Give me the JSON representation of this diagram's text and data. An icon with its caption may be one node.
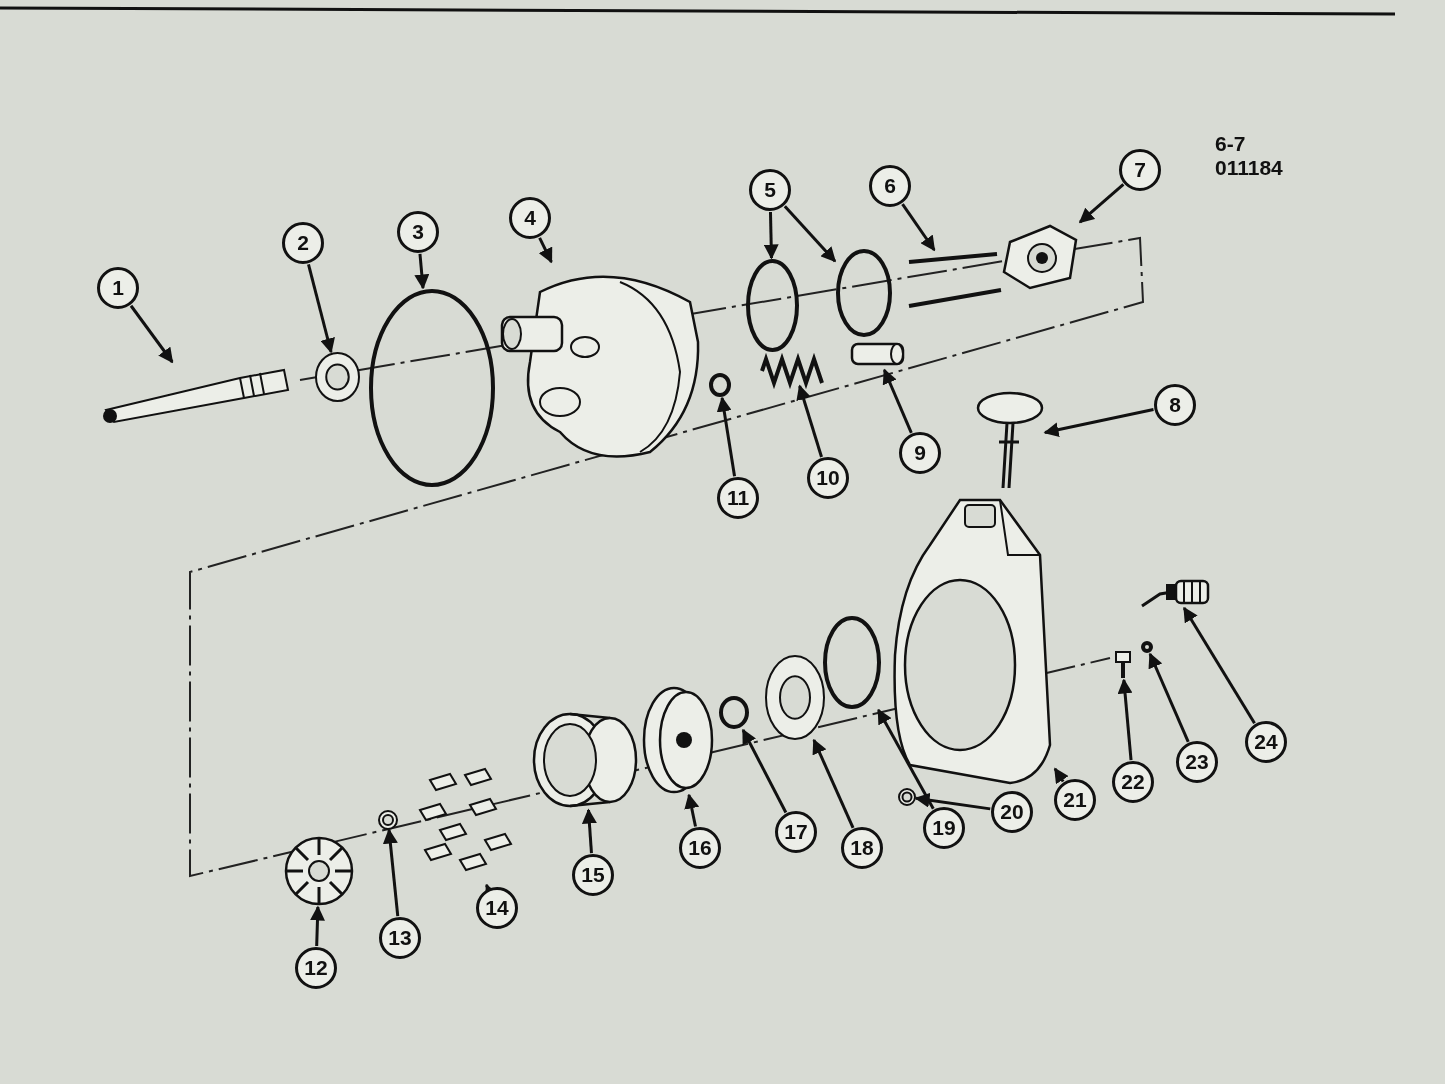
{
  "diagram": {
    "nodes": [
      {
        "text": [
          "1"
        ]
      },
      {
        "text": [
          "2"
        ]
      },
      {
        "text": [
          "3"
        ]
      },
      {
        "text": [
          "4"
        ]
      },
      {
        "text": [
          "5"
        ]
      },
      {
        "text": [
          "6"
        ]
      },
      {
        "text": [
          "7"
        ]
      },
      {
        "text": [
          "8"
        ]
      },
      {
        "text": [
          "9"
        ]
      },
      {
        "text": [
          "10"
        ]
      },
      {
        "text": [
          "11"
        ]
      },
      {
        "text": [
          "12"
        ]
      },
      {
        "text": [
          "13"
        ]
      },
      {
        "text": [
          "14"
        ]
      },
      {
        "text": [
          "15"
        ]
      },
      {
        "text": [
          "16"
        ]
      },
      {
        "text": [
          "17"
        ]
      },
      {
        "text": [
          "18"
        ]
      },
      {
        "text": [
          "19"
        ]
      },
      {
        "text": [
          "20"
        ]
      },
      {
        "text": [
          "21"
        ]
      },
      {
        "text": [
          "22"
        ]
      },
      {
        "text": [
          "23"
        ]
      },
      {
        "text": [
          "24"
        ]
      },
      {
        "text": [],
        "shape": "picture"
      },
      {
        "text": [],
        "shape": "picture"
      },
      {
        "text": [],
        "shape": "circle"
      },
      {
        "text": [],
        "shape": "picture"
      },
      {
        "text": [],
        "shape": "circle"
      },
      {
        "text": [],
        "shape": "circle"
      },
      {
        "text": [],
        "shape": "picture"
      },
      {
        "text": [],
        "shape": "picture"
      },
      {
        "text": [],
        "shape": "picture"
      },
      {
        "text": [],
        "shape": "picture"
      },
      {
        "text": [],
        "shape": "picture"
      },
      {
        "text": [],
        "shape": "circle"
      },
      {
        "text": [],
        "shape": "picture"
      },
      {
        "text": [],
        "shape": "picture"
      },
      {
        "text": [],
        "shape": "picture"
      },
      {
        "text": [],
        "shape": "picture"
      },
      {
        "text": [],
        "shape": "picture"
      },
      {
        "text": [],
        "shape": "circle"
      },
      {
        "text": [],
        "shape": "picture"
      },
      {
        "text": [],
        "shape": "circle"
      },
      {
        "text": [],
        "shape": "picture"
      },
      {
        "text": [],
        "shape": "picture"
      },
      {
        "text": [],
        "shape": "picture"
      },
      {
        "text": [],
        "shape": "circle"
      },
      {
        "text": [],
        "shape": "picture"
      }
    ],
    "edges": [
      {
        "from": 0,
        "to": 24,
        "arrow": "to"
      },
      {
        "from": 1,
        "to": 25,
        "arrow": "to"
      },
      {
        "from": 2,
        "to": 26,
        "arrow": "to"
      },
      {
        "from": 3,
        "to": 27,
        "arrow": "to"
      },
      {
        "from": 4,
        "to": 28,
        "arrow": "to"
      },
      {
        "from": 4,
        "to": 29,
        "arrow": "to"
      },
      {
        "from": 5,
        "to": 30,
        "arrow": "to"
      },
      {
        "from": 6,
        "to": 31,
        "arrow": "to"
      },
      {
        "from": 7,
        "to": 32,
        "arrow": "to"
      },
      {
        "from": 8,
        "to": 33,
        "arrow": "to"
      },
      {
        "from": 9,
        "to": 34,
        "arrow": "to"
      },
      {
        "from": 10,
        "to": 35,
        "arrow": "to"
      },
      {
        "from": 11,
        "to": 36,
        "arrow": "to"
      },
      {
        "from": 12,
        "to": 37,
        "arrow": "to"
      },
      {
        "from": 13,
        "to": 38,
        "arrow": "to"
      },
      {
        "from": 14,
        "to": 39,
        "arrow": "to"
      },
      {
        "from": 15,
        "to": 40,
        "arrow": "to"
      },
      {
        "from": 16,
        "to": 41,
        "arrow": "to"
      },
      {
        "from": 17,
        "to": 42,
        "arrow": "to"
      },
      {
        "from": 18,
        "to": 43,
        "arrow": "to"
      },
      {
        "from": 19,
        "to": 44,
        "arrow": "to"
      },
      {
        "from": 20,
        "to": 45,
        "arrow": "to"
      },
      {
        "from": 21,
        "to": 46,
        "arrow": "to"
      },
      {
        "from": 22,
        "to": 47,
        "arrow": "to"
      },
      {
        "from": 23,
        "to": 48,
        "arrow": "to"
      }
    ],
    "labels": [
      "6-7",
      "011184"
    ]
  }
}
